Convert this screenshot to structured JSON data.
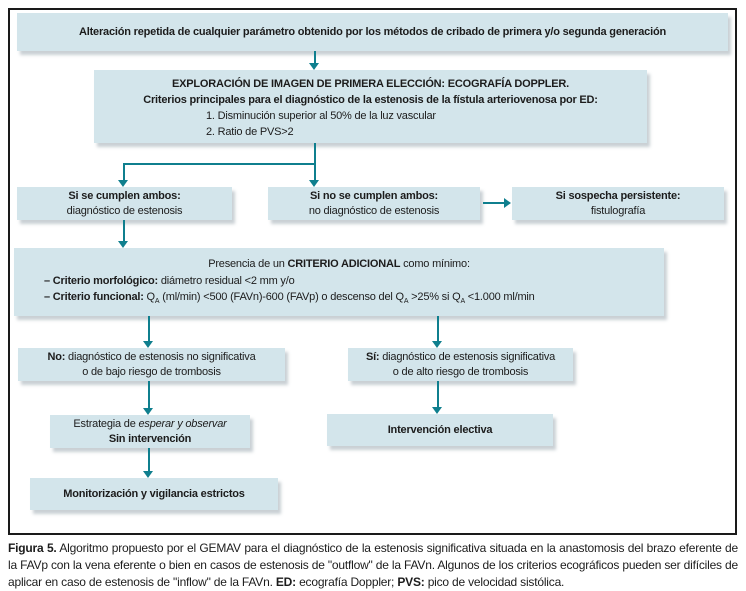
{
  "colors": {
    "box_fill": "#d3e5eb",
    "arrow": "#0f7f8e",
    "ink": "#1c1c1c",
    "frame": "#1a1a1a"
  },
  "flowchart": {
    "banner": {
      "text": "Alteración repetida de cualquier parámetro obtenido por los métodos de cribado de primera y/o segunda generación"
    },
    "doppler": {
      "title": "EXPLORACIÓN DE IMAGEN DE PRIMERA ELECCIÓN: ECOGRAFÍA DOPPLER.",
      "subtitle": "Criterios principales para el diagnóstico de la estenosis de la fístula arteriovenosa por ED:",
      "item1": "1. Disminución superior al 50% de la luz vascular",
      "item2": "2. Ratio de PVS>2"
    },
    "cumplen": {
      "title": "Si se cumplen ambos:",
      "subtitle": "diagnóstico de estenosis"
    },
    "no_cumplen": {
      "title": "Si no se cumplen ambos:",
      "subtitle": "no diagnóstico de estenosis"
    },
    "sospecha": {
      "title": "Si sospecha persistente:",
      "subtitle": "fistulografía"
    },
    "criterio": {
      "heading_pre": "Presencia de un ",
      "heading_bold": "CRITERIO ADICIONAL",
      "heading_post": " como mínimo:",
      "morph_label": "– Criterio morfológico:",
      "morph_text": " diámetro residual <2 mm y/o",
      "func_label": "– Criterio funcional:",
      "func_seg1": " Q",
      "func_sub1": "A",
      "func_seg2": " (ml/min) <500 (FAVn)-600 (FAVp) o descenso del Q",
      "func_sub2": "A",
      "func_seg3": " >25% si Q",
      "func_sub3": "A",
      "func_seg4": " <1.000 ml/min"
    },
    "no_significativa": {
      "label": "No:",
      "text": " diagnóstico de estenosis no significativa",
      "line2": "o de bajo riesgo de trombosis"
    },
    "significativa": {
      "label": "Sí:",
      "text": " diagnóstico de estenosis significativa",
      "line2": "o de alto riesgo de trombosis"
    },
    "estrategia": {
      "pre": "Estrategia de ",
      "italic": "esperar y observar",
      "line2": "Sin intervención"
    },
    "intervencion": {
      "text": "Intervención electiva"
    },
    "monitorizacion": {
      "text": "Monitorización y vigilancia estrictos"
    }
  },
  "caption": {
    "label": "Figura 5.",
    "text1": " Algoritmo propuesto por el GEMAV para el diagnóstico de la estenosis significativa situada en la anastomosis del brazo eferente de la FAVp con la vena eferente o bien en casos de estenosis de \"outflow\" de la FAVn. Algunos de los criterios ecográficos pueden ser difíciles de aplicar en caso de estenosis de \"inflow\" de la FAVn. ",
    "ed_label": "ED:",
    "ed_text": " ecografía Doppler; ",
    "pvs_label": "PVS:",
    "pvs_text": " pico de velocidad sistólica."
  }
}
